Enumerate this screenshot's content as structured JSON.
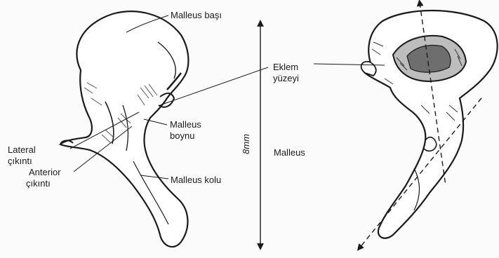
{
  "labels": {
    "malleus_head": "Malleus başı",
    "articular_surface_line1": "Eklem",
    "articular_surface_line2": "yüzeyi",
    "malleus_neck_line1": "Malleus",
    "malleus_neck_line2": "boynu",
    "lateral_process_line1": "Lateral",
    "lateral_process_line2": "çıkıntı",
    "anterior_process_line1": "Anterior",
    "anterior_process_line2": "çıkıntı",
    "malleus_handle": "Malleus kolu",
    "bone_name": "Malleus",
    "scale": "8mm"
  },
  "colors": {
    "ink": "#1a1a1a",
    "background": "#fbfbfb",
    "bone_fill": "#ffffff",
    "shade": "#555555"
  }
}
